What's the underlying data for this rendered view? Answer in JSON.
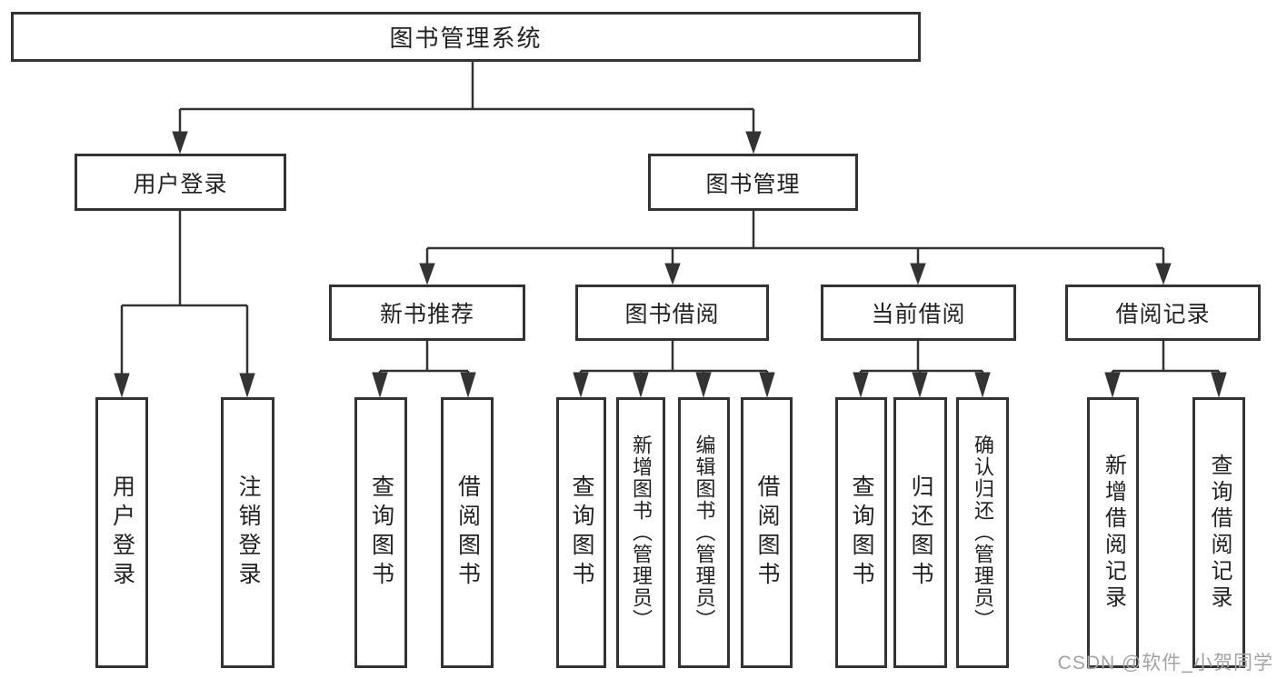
{
  "title": "图书管理系统",
  "branches": {
    "user_login": {
      "label": "用户登录",
      "children": [
        "用户登录",
        "注销登录"
      ]
    },
    "book_mgmt": {
      "label": "图书管理",
      "groups": [
        {
          "label": "新书推荐",
          "children": [
            "查询图书",
            "借阅图书"
          ]
        },
        {
          "label": "图书借阅",
          "children": [
            "查询图书",
            "新增图书（管理员）",
            "编辑图书（管理员）",
            "借阅图书"
          ]
        },
        {
          "label": "当前借阅",
          "children": [
            "查询图书",
            "归还图书",
            "确认归还（管理员）"
          ]
        },
        {
          "label": "借阅记录",
          "children": [
            "新增借阅记录",
            "查询借阅记录"
          ]
        }
      ]
    }
  },
  "watermark": "CSDN @软件_小贺同学",
  "colors": {
    "line": "#333333",
    "box_background": "#ffffff",
    "text": "#222222",
    "watermark": "#a3a3a3",
    "background": "#ffffff"
  }
}
